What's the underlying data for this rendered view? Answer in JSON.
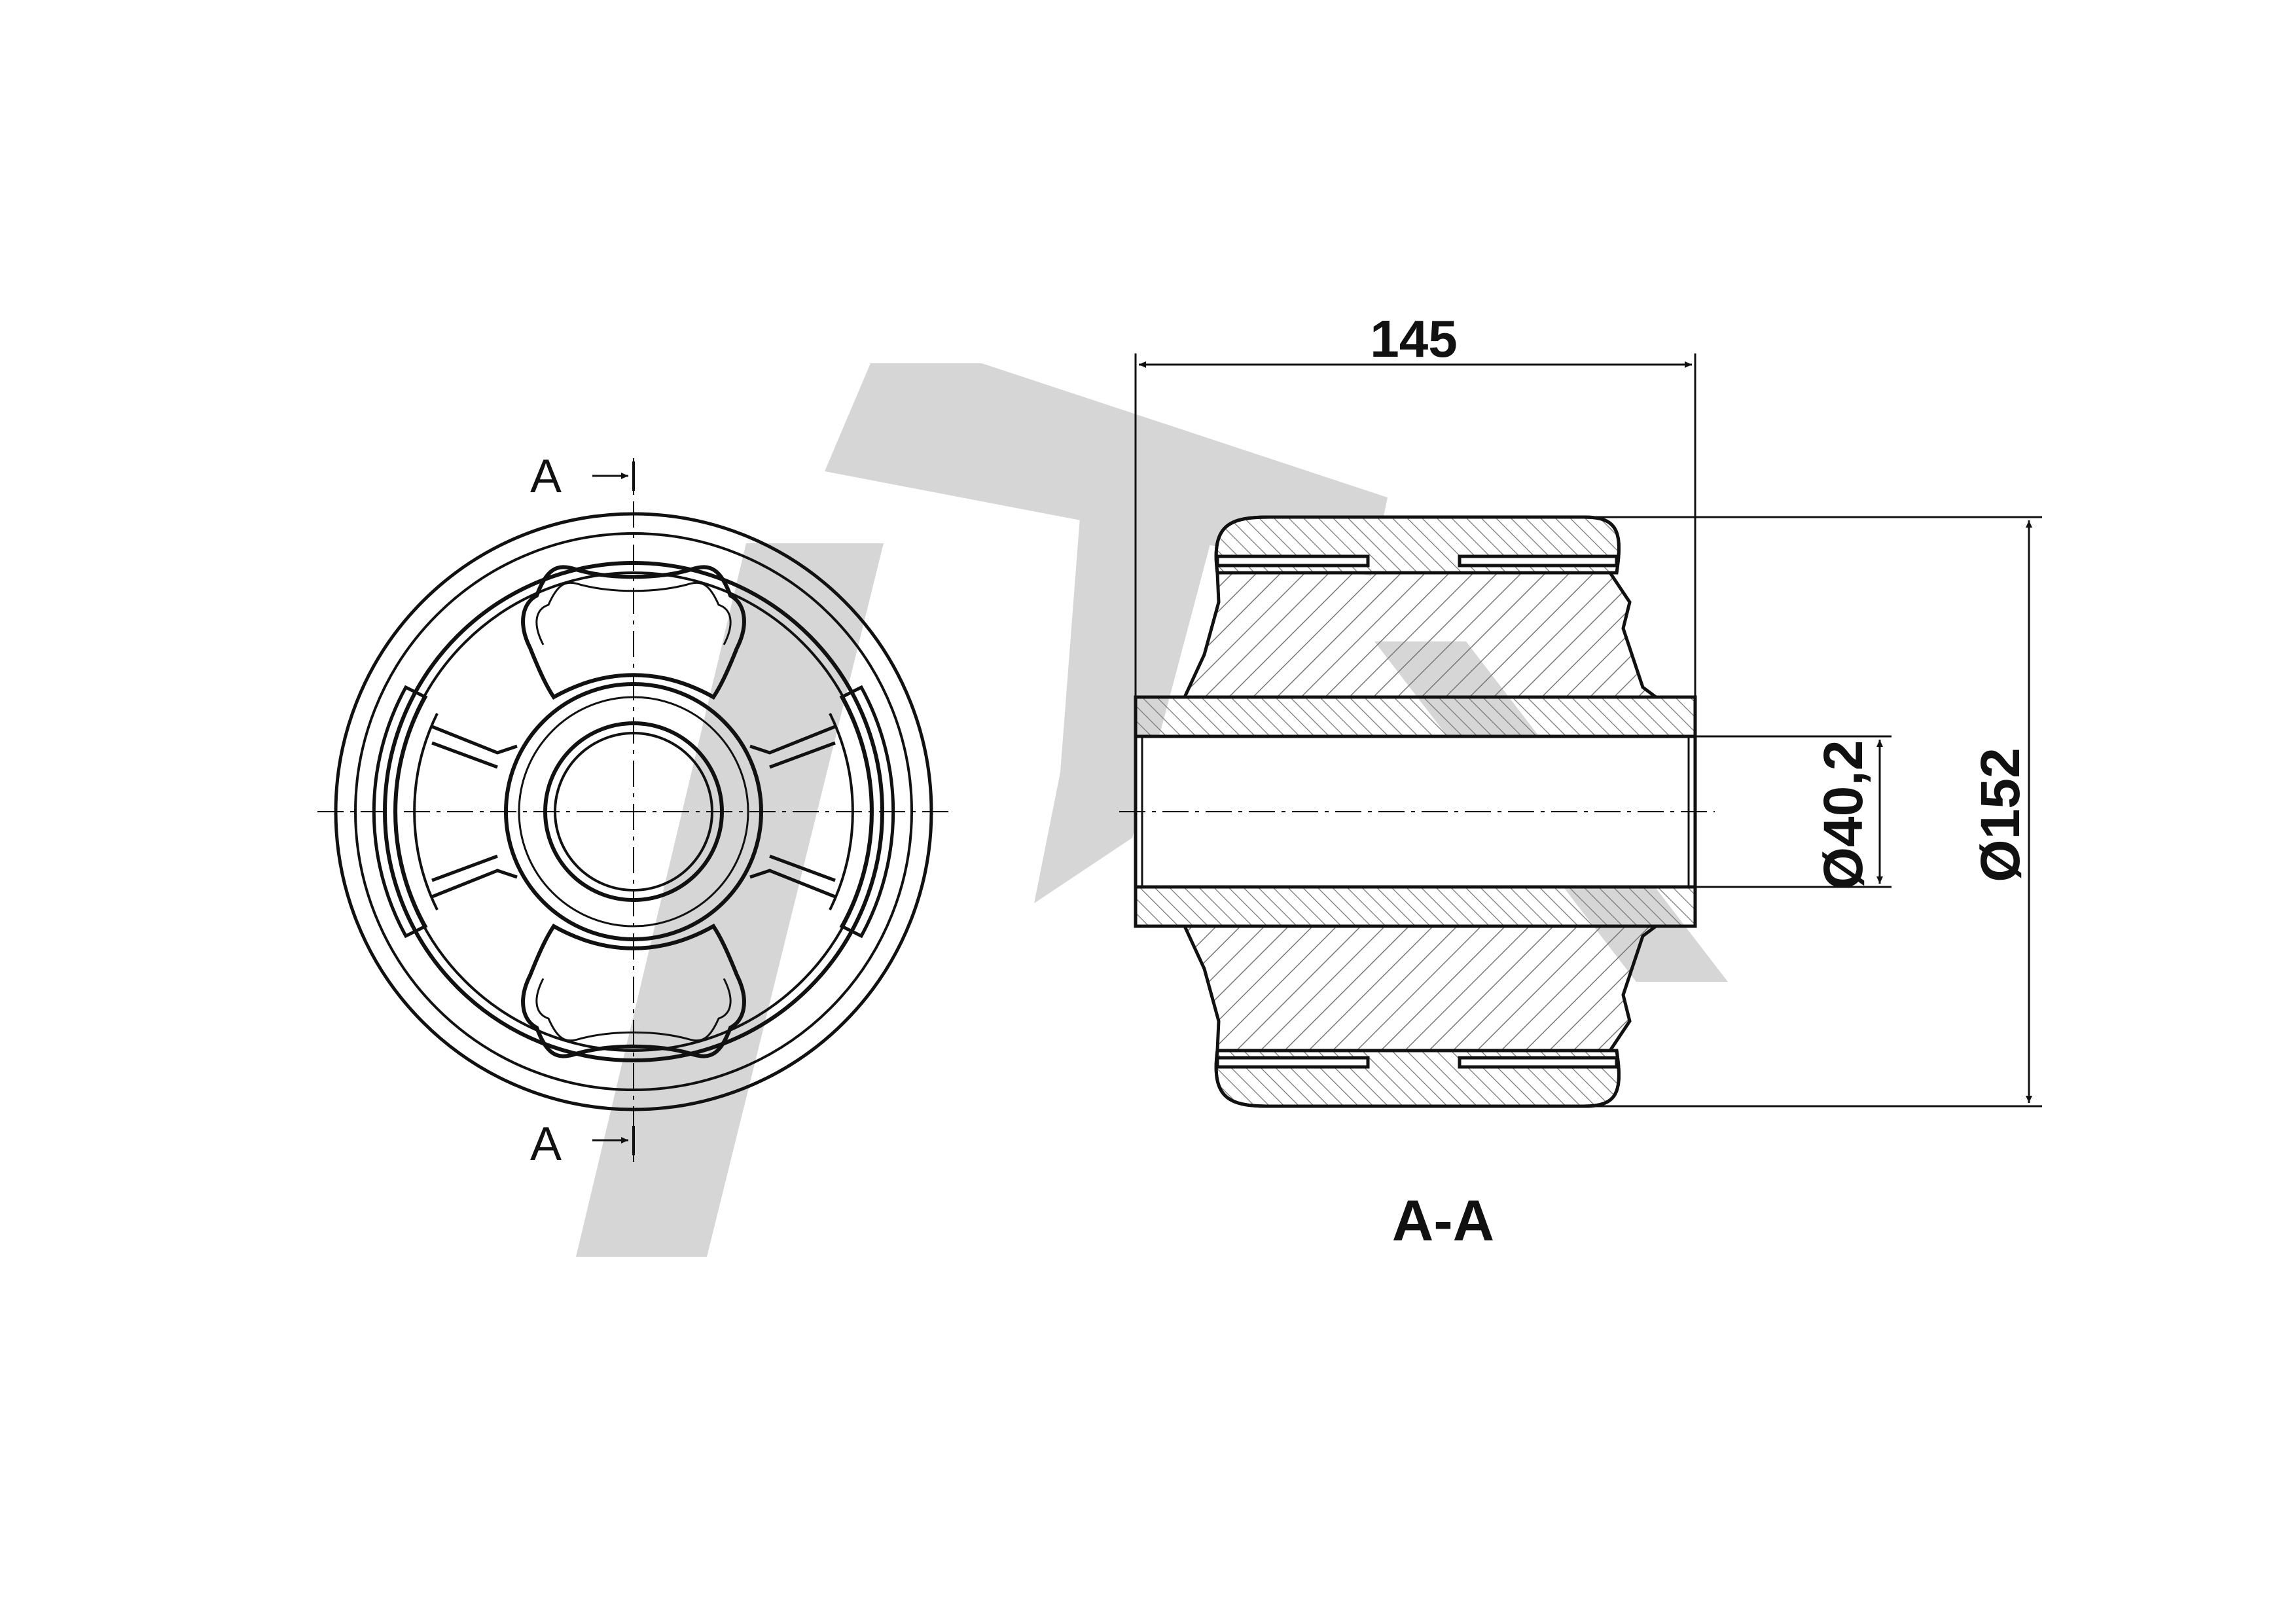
{
  "section": {
    "marker_top": "A",
    "marker_bottom": "A",
    "view_label": "A-A"
  },
  "dimensions": {
    "length": "145",
    "bore_diameter": "Ø40,2",
    "outer_diameter": "Ø152"
  },
  "colors": {
    "line": "#111111",
    "watermark": "#d6d6d6",
    "hatch": "#777777"
  }
}
